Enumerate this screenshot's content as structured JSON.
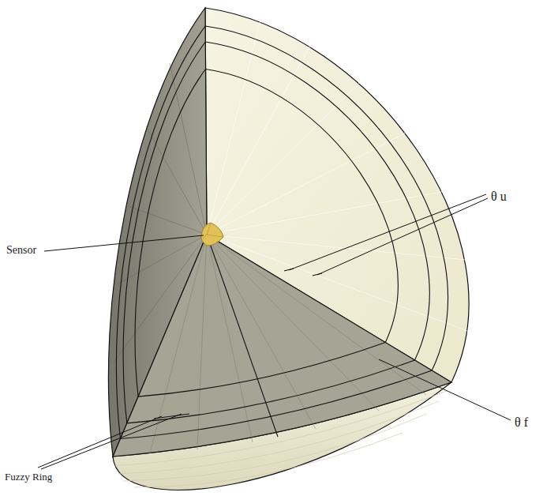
{
  "diagram": {
    "labels": [
      "θ u",
      "Sensor",
      "θ f",
      "Fuzzy Ring"
    ]
  }
}
